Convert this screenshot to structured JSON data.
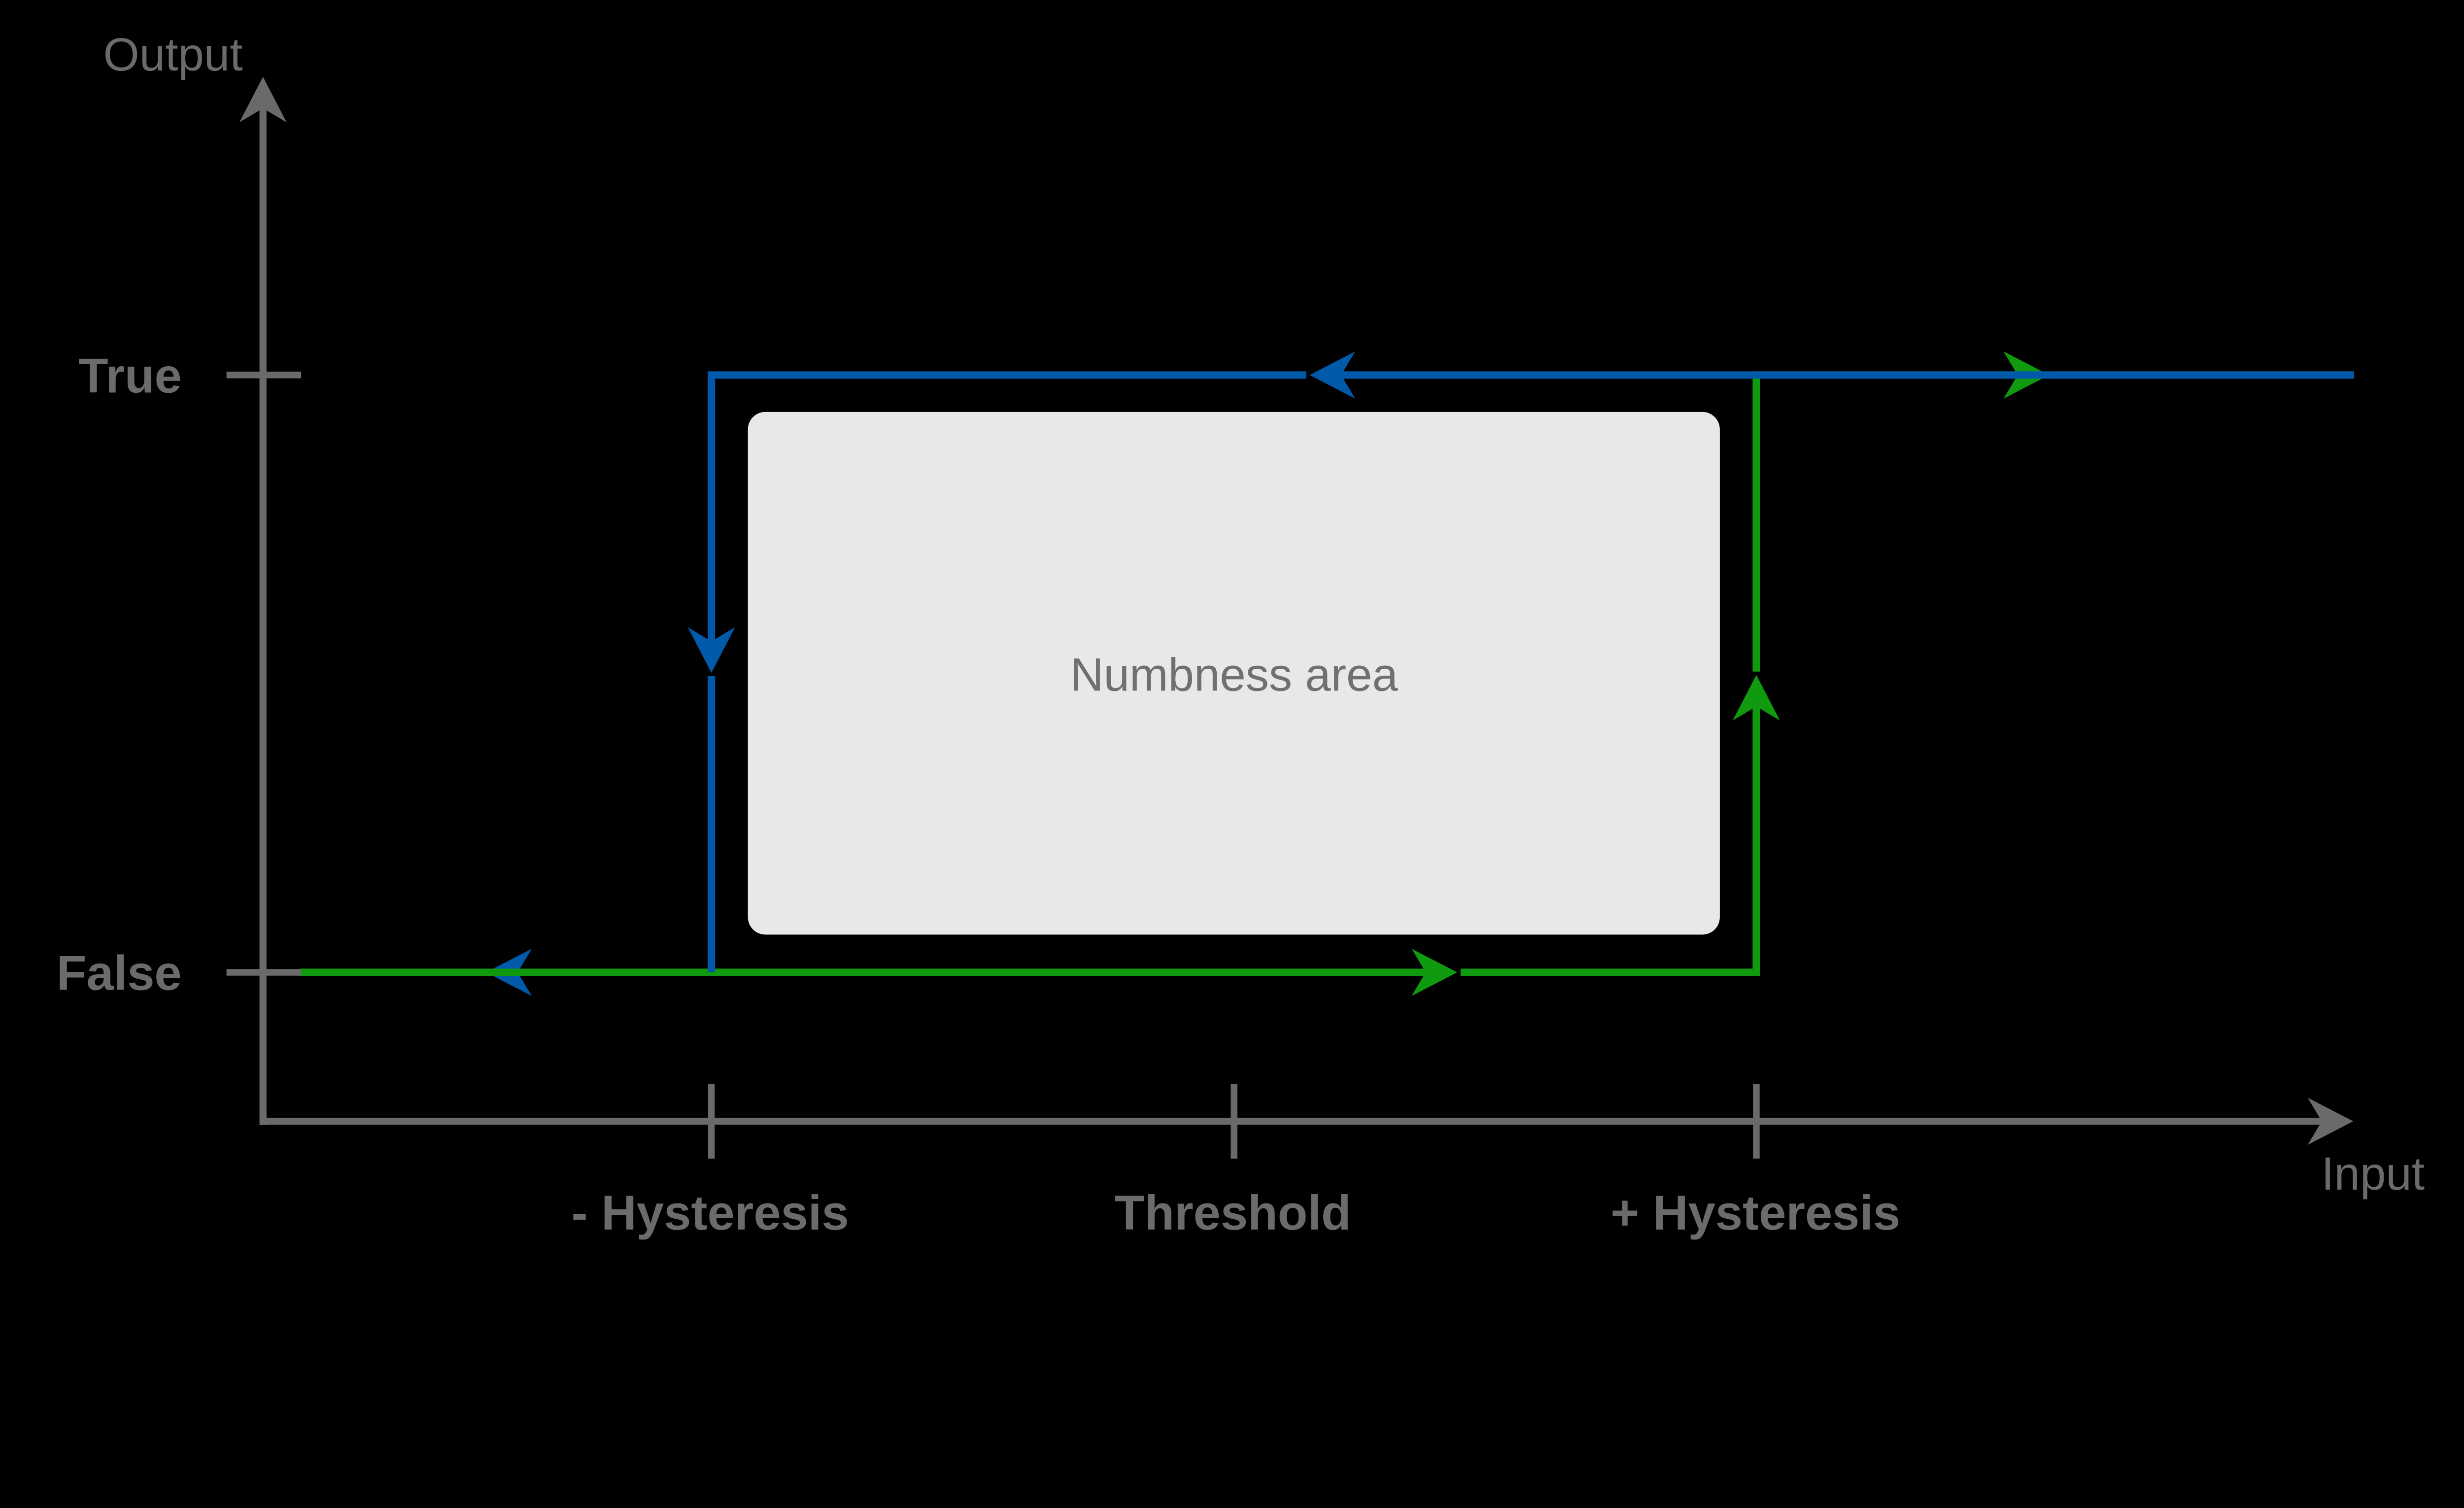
{
  "diagram": {
    "y_axis_label": "Output",
    "x_axis_label": "Input",
    "y_tick_labels": {
      "true": "True",
      "false": "False"
    },
    "x_tick_labels": {
      "minus_hysteresis": "- Hysteresis",
      "threshold": "Threshold",
      "plus_hysteresis": "+ Hysteresis"
    },
    "numbness_label": "Numbness area",
    "colors": {
      "background": "#000000",
      "axis": "#6A6A6A",
      "tick": "#6A6A6A",
      "label": "#6B6B6B",
      "falling_line": "#005AA9",
      "rising_line": "#0F9A0F",
      "numbness_fill": "#E8E8E8",
      "numbness_text": "#707070"
    }
  },
  "chart_data": {
    "type": "line",
    "title": "",
    "xlabel": "Input",
    "ylabel": "Output",
    "y_categories": [
      "False",
      "True"
    ],
    "x_categories": [
      "- Hysteresis",
      "Threshold",
      "+ Hysteresis"
    ],
    "series": [
      {
        "name": "falling input path (blue, right to left)",
        "color": "#005AA9",
        "direction": "decreasing input",
        "points_xy": [
          [
            "input_max",
            "True"
          ],
          [
            "- Hysteresis",
            "True"
          ],
          [
            "- Hysteresis",
            "False"
          ],
          [
            "input_min",
            "False"
          ]
        ]
      },
      {
        "name": "rising input path (green, left to right)",
        "color": "#0F9A0F",
        "direction": "increasing input",
        "points_xy": [
          [
            "input_min",
            "False"
          ],
          [
            "+ Hysteresis",
            "False"
          ],
          [
            "+ Hysteresis",
            "True"
          ],
          [
            "input_max",
            "True"
          ]
        ]
      }
    ],
    "annotations": [
      {
        "text": "Numbness area",
        "region": "rectangle between - Hysteresis and + Hysteresis inputs, between False and True outputs"
      }
    ],
    "legend": "none",
    "grid": false,
    "background": "black"
  }
}
